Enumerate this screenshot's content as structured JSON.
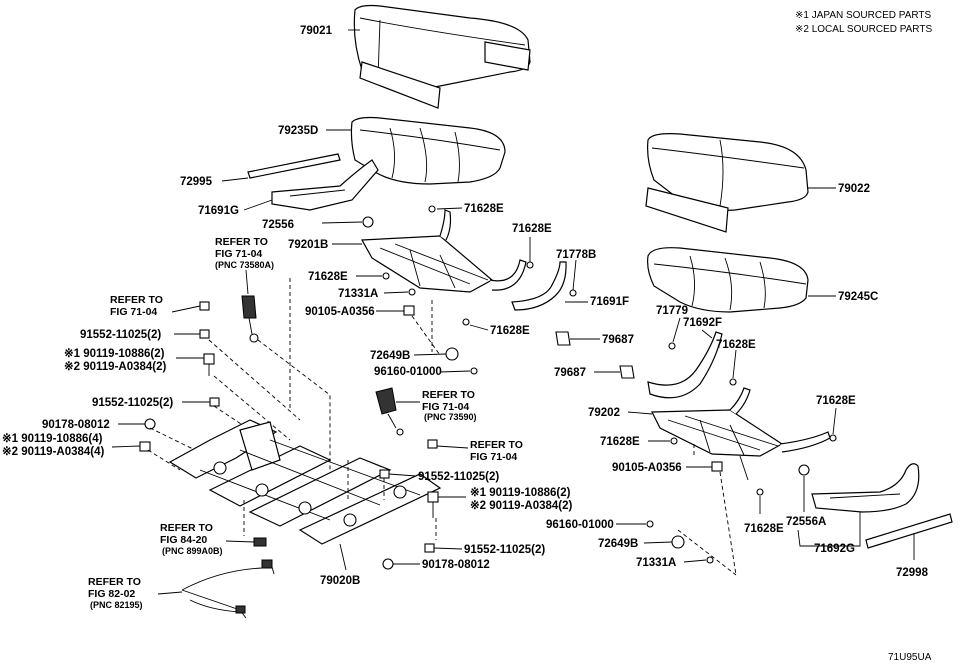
{
  "legend": {
    "note1": "※1 JAPAN SOURCED PARTS",
    "note2": "※2 LOCAL SOURCED PARTS"
  },
  "diagram_code": "71U95UA",
  "refer": {
    "r1": [
      "REFER TO",
      "FIG 71-04",
      "(PNC 73580A)"
    ],
    "r2": [
      "REFER TO",
      "FIG 71-04"
    ],
    "r3": [
      "REFER TO",
      "FIG 71-04",
      "(PNC 73590)"
    ],
    "r4": [
      "REFER TO",
      "FIG 71-04"
    ],
    "r5": [
      "REFER TO",
      "FIG 84-20",
      "(PNC 899A0B)"
    ],
    "r6": [
      "REFER TO",
      "FIG 82-02",
      "(PNC 82195)"
    ]
  },
  "labels": {
    "p79021": "79021",
    "p79235D": "79235D",
    "p72995": "72995",
    "p71691G": "71691G",
    "p72556": "72556",
    "p71628E_a": "71628E",
    "p79201B": "79201B",
    "p71628E_b": "71628E",
    "p71778B": "71778B",
    "p71628E_c": "71628E",
    "p71331A_a": "71331A",
    "p71691F": "71691F",
    "p90105_a": "90105-A0356",
    "p71628E_d": "71628E",
    "p79687_a": "79687",
    "p91552_a": "91552-11025(2)",
    "p90119_a1": "※1 90119-10886(2)",
    "p90119_a2": "※2 90119-A0384(2)",
    "p72649B_a": "72649B",
    "p96160_a": "96160-01000",
    "p91552_b": "91552-11025(2)",
    "p90178_a": "90178-08012",
    "p90119_b1": "※1 90119-10886(4)",
    "p90119_b2": "※2 90119-A0384(4)",
    "p91552_c": "91552-11025(2)",
    "p90119_c1": "※1 90119-10886(2)",
    "p90119_c2": "※2 90119-A0384(2)",
    "p91552_d": "91552-11025(2)",
    "p90178_b": "90178-08012",
    "p79020B": "79020B",
    "p79022": "79022",
    "p79245C": "79245C",
    "p71779": "71779",
    "p71692F": "71692F",
    "p71628E_e": "71628E",
    "p79687_b": "79687",
    "p79202": "79202",
    "p71628E_f": "71628E",
    "p71628E_g": "71628E",
    "p90105_b": "90105-A0356",
    "p71628E_h": "71628E",
    "p96160_b": "96160-01000",
    "p72649B_b": "72649B",
    "p71331A_b": "71331A",
    "p72556A": "72556A",
    "p71692G": "71692G",
    "p72998": "72998"
  }
}
